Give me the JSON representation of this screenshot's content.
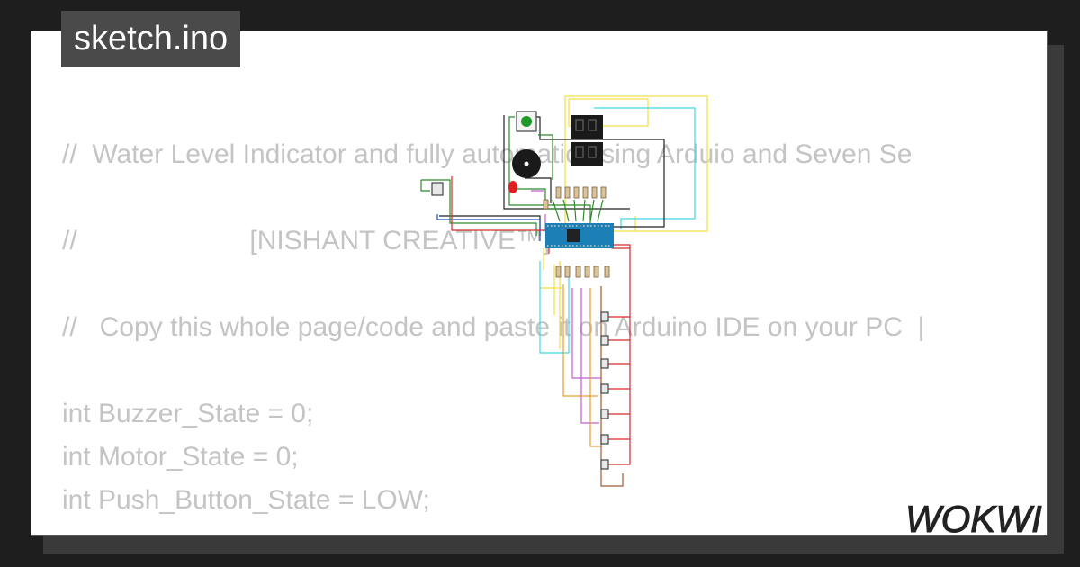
{
  "tab": {
    "filename": "sketch.ino"
  },
  "code_lines": [
    "//  Water Level Indicator and fully automatic using Arduio and Seven Se",
    "//                       [NISHANT CREATIVE™]",
    "//   Copy this whole page/code and paste it on Arduino IDE on your PC  |",
    "int Buzzer_State = 0;",
    "int Motor_State = 0;",
    "int Push_Button_State = LOW;"
  ],
  "brand": {
    "logo_text": "WOKWI"
  },
  "colors": {
    "background": "#1e1e1e",
    "card": "#ffffff",
    "tab": "#4a4a4a",
    "code_text": "#c4c4c4",
    "arduino": "#1c7fb5",
    "wire_red": "#d42b2b",
    "wire_green": "#2d8a2d",
    "wire_yellow": "#f0e040",
    "wire_cyan": "#40d8e8",
    "wire_purple": "#c060d0",
    "wire_orange": "#e8a030"
  },
  "icons": [
    "push-button-icon",
    "buzzer-icon",
    "led-icon",
    "seven-segment-display-icon",
    "arduino-nano-icon",
    "resistor-icon",
    "slide-switch-icon"
  ]
}
